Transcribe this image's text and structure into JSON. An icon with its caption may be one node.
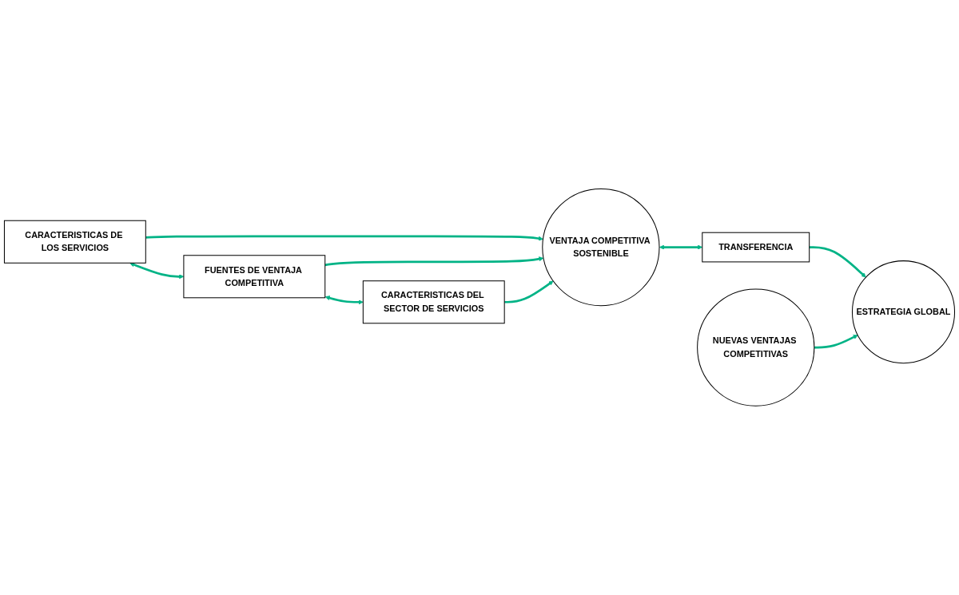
{
  "diagram": {
    "nodes": [
      {
        "text": [
          "CARACTERISTICAS DE LOS SERVICIOS"
        ]
      },
      {
        "text": [
          "FUENTES DE VENTAJA COMPETITIVA"
        ]
      },
      {
        "text": [
          "CARACTERISTICAS DEL SECTOR DE SERVICIOS"
        ]
      },
      {
        "text": [
          "VENTAJA COMPETITIVA SOSTENIBLE"
        ]
      },
      {
        "text": [
          "TRANSFERENCIA"
        ]
      },
      {
        "text": [
          "NUEVAS VENTAJAS COMPETITIVAS"
        ]
      },
      {
        "text": [
          "ESTRATEGIA GLOBAL"
        ]
      }
    ],
    "edges": [
      {
        "from": 0,
        "to": 1,
        "arrow": "both"
      },
      {
        "from": 1,
        "to": 2,
        "arrow": "both"
      },
      {
        "from": 0,
        "to": 3,
        "arrow": "to"
      },
      {
        "from": 1,
        "to": 3,
        "arrow": "to"
      },
      {
        "from": 2,
        "to": 3,
        "arrow": "to"
      },
      {
        "from": 3,
        "to": 4,
        "arrow": "both"
      },
      {
        "from": 4,
        "to": 6,
        "arrow": "to"
      },
      {
        "from": 5,
        "to": 6,
        "arrow": "to"
      }
    ]
  }
}
